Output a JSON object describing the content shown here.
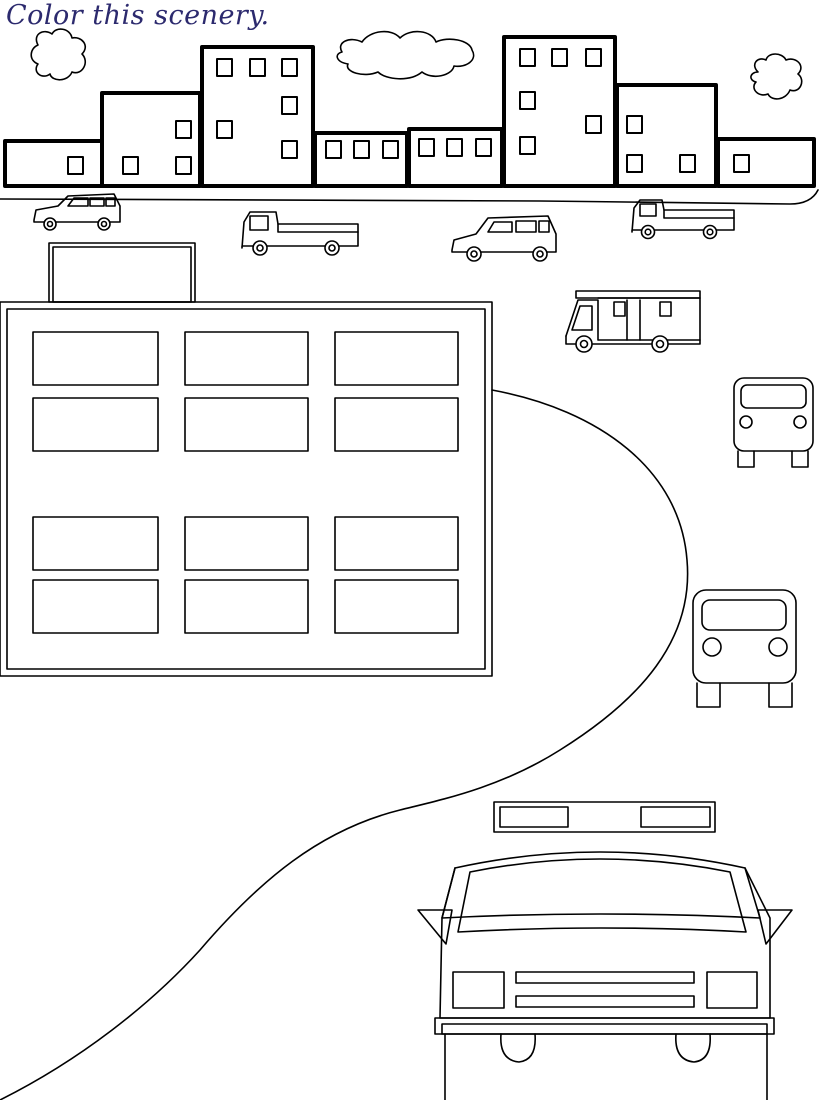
{
  "title": "Color this scenery.",
  "colors": {
    "title_text": "#2c2a6e",
    "line": "#000000",
    "background": "#ffffff"
  },
  "scene": {
    "elements": [
      "cloud",
      "city-skyline",
      "road",
      "car",
      "pickup-truck",
      "large-building",
      "fire-truck",
      "bus",
      "police-car"
    ]
  }
}
